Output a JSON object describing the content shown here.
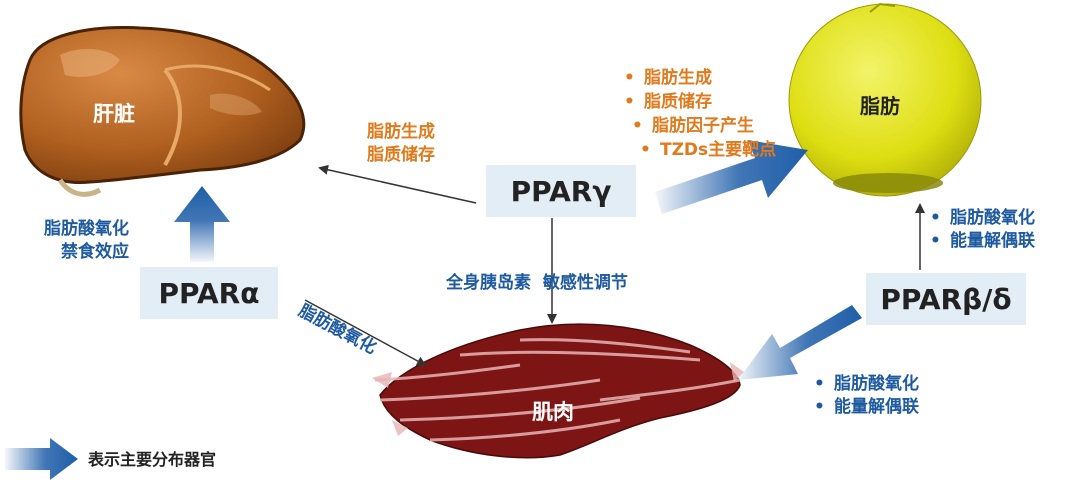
{
  "organs": {
    "liver": "肝脏",
    "fat": "脂肪",
    "muscle": "肌肉"
  },
  "receptors": {
    "gamma": "PPARγ",
    "alpha": "PPARα",
    "beta_delta": "PPARβ/δ"
  },
  "gamma_to_liver": [
    "脂肪生成",
    "脂质储存"
  ],
  "gamma_to_fat": [
    "脂肪生成",
    "脂质储存",
    "脂肪因子产生",
    "TZDs主要靶点"
  ],
  "gamma_to_muscle": "全身胰岛素  敏感性调节",
  "alpha_to_liver": [
    "脂肪酸氧化",
    "禁食效应"
  ],
  "alpha_to_muscle": "脂肪酸氧化",
  "beta_to_fat": [
    "脂肪酸氧化",
    "能量解偶联"
  ],
  "beta_to_muscle": [
    "脂肪酸氧化",
    "能量解偶联"
  ],
  "legend": "表示主要分布器官",
  "colors": {
    "orange_text": "#e07a1c",
    "blue_text": "#1e5aa0",
    "box_fill": "#e3edf6",
    "liver": "#b8621f",
    "fat": "#e6e61c",
    "muscle": "#7a1515",
    "big_arrow": "#1f5ea8"
  }
}
